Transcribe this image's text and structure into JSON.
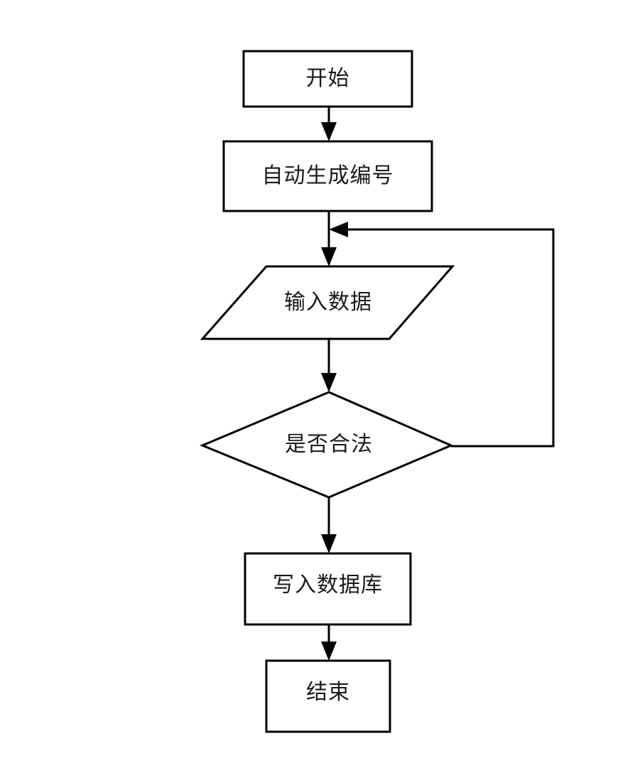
{
  "diagram": {
    "type": "flowchart",
    "orientation": "top-to-bottom",
    "language": "zh-CN",
    "background_color": "#ffffff",
    "line_color": "#000000",
    "text_color": "#1a1a1a",
    "nodes": [
      {
        "id": "start",
        "label": "开始",
        "shape": "rectangle",
        "role": "terminator-start"
      },
      {
        "id": "auto-generate-id",
        "label": "自动生成编号",
        "shape": "rectangle",
        "role": "process"
      },
      {
        "id": "input-data",
        "label": "输入数据",
        "shape": "parallelogram",
        "role": "input-output"
      },
      {
        "id": "is-valid",
        "label": "是否合法",
        "shape": "diamond",
        "role": "decision"
      },
      {
        "id": "write-database",
        "label": "写入数据库",
        "shape": "rectangle",
        "role": "process"
      },
      {
        "id": "end",
        "label": "结束",
        "shape": "rectangle",
        "role": "terminator-end"
      }
    ],
    "edges": [
      {
        "id": "edge-start-to-auto",
        "from": "start",
        "to": "auto-generate-id",
        "label": ""
      },
      {
        "id": "edge-auto-to-input",
        "from": "auto-generate-id",
        "to": "input-data",
        "label": ""
      },
      {
        "id": "edge-input-to-decision",
        "from": "input-data",
        "to": "is-valid",
        "label": ""
      },
      {
        "id": "edge-decision-to-write",
        "from": "is-valid",
        "to": "write-database",
        "label": ""
      },
      {
        "id": "edge-decision-loop-back",
        "from": "is-valid",
        "to": "input-data",
        "label": ""
      },
      {
        "id": "edge-write-to-end",
        "from": "write-database",
        "to": "end",
        "label": ""
      }
    ]
  }
}
